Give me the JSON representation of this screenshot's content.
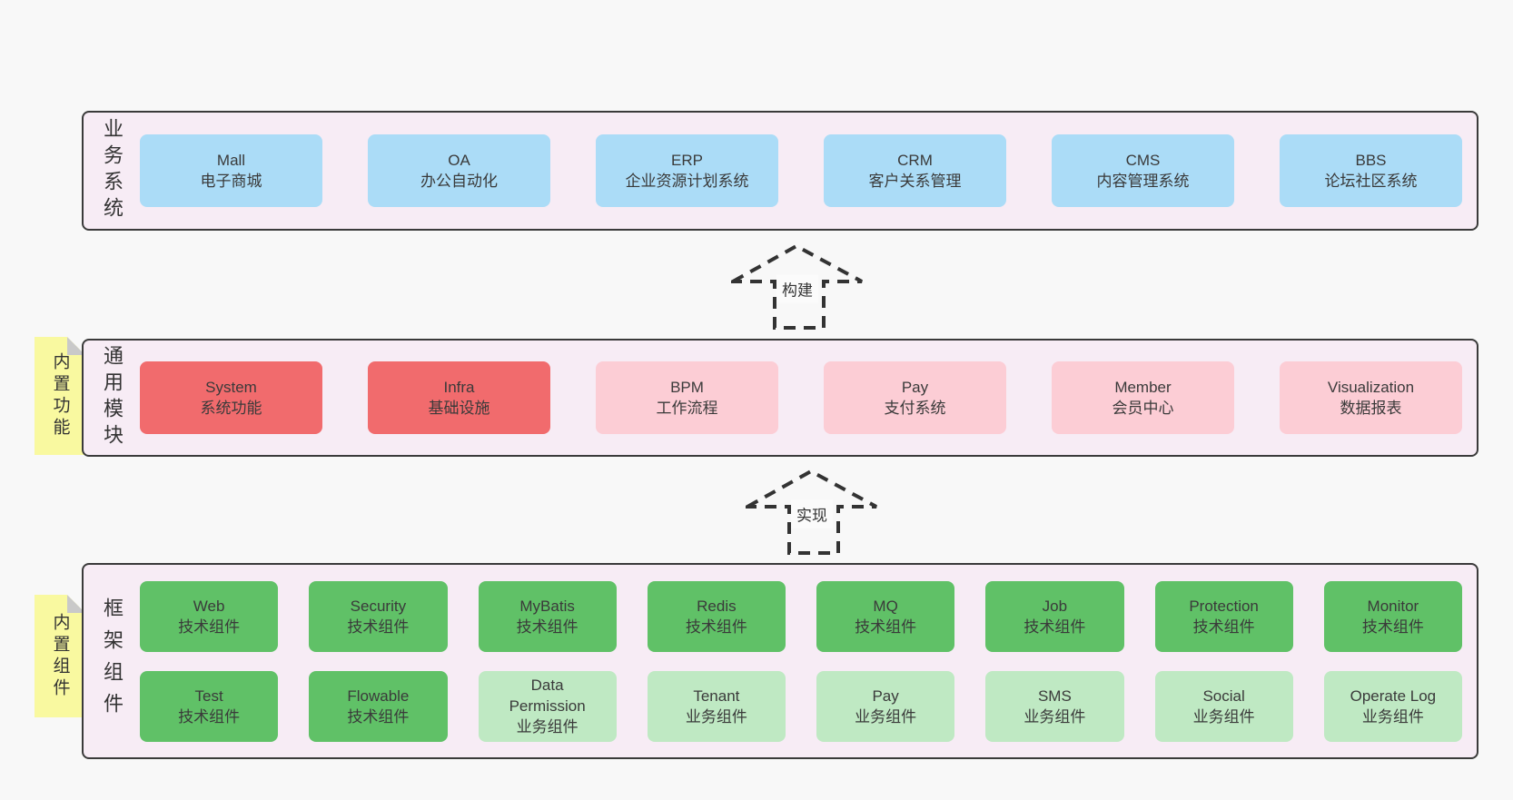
{
  "colors": {
    "page_bg": "#f8f8f8",
    "panel_bg": "#f7ecf5",
    "panel_border": "#3a3a3a",
    "blue": "#abdcf7",
    "red": "#f16b6d",
    "pink": "#fccdd5",
    "green_dark": "#60c167",
    "green_light": "#bfe9c3",
    "tab_yellow": "#f9f9a0",
    "tab_fold": "#c9c9c9",
    "text": "#3a3a3a"
  },
  "arrows": [
    {
      "label": "构建"
    },
    {
      "label": "实现"
    }
  ],
  "layers": [
    {
      "side_label": "业务系统",
      "rows": [
        [
          {
            "en": "Mall",
            "zh": "电子商城"
          },
          {
            "en": "OA",
            "zh": "办公自动化"
          },
          {
            "en": "ERP",
            "zh": "企业资源计划系统"
          },
          {
            "en": "CRM",
            "zh": "客户关系管理"
          },
          {
            "en": "CMS",
            "zh": "内容管理系统"
          },
          {
            "en": "BBS",
            "zh": "论坛社区系统"
          }
        ]
      ]
    },
    {
      "side_label": "通用模块",
      "tab_label": "内置功能",
      "rows": [
        [
          {
            "en": "System",
            "zh": "系统功能"
          },
          {
            "en": "Infra",
            "zh": "基础设施"
          },
          {
            "en": "BPM",
            "zh": "工作流程"
          },
          {
            "en": "Pay",
            "zh": "支付系统"
          },
          {
            "en": "Member",
            "zh": "会员中心"
          },
          {
            "en": "Visualization",
            "zh": "数据报表"
          }
        ]
      ]
    },
    {
      "side_label": "框架组件",
      "tab_label": "内置组件",
      "rows": [
        [
          {
            "en": "Web",
            "zh": "技术组件"
          },
          {
            "en": "Security",
            "zh": "技术组件"
          },
          {
            "en": "MyBatis",
            "zh": "技术组件"
          },
          {
            "en": "Redis",
            "zh": "技术组件"
          },
          {
            "en": "MQ",
            "zh": "技术组件"
          },
          {
            "en": "Job",
            "zh": "技术组件"
          },
          {
            "en": "Protection",
            "zh": "技术组件"
          },
          {
            "en": "Monitor",
            "zh": "技术组件"
          }
        ],
        [
          {
            "en": "Test",
            "zh": "技术组件"
          },
          {
            "en": "Flowable",
            "zh": "技术组件"
          },
          {
            "en": "Data Permission",
            "zh": "业务组件"
          },
          {
            "en": "Tenant",
            "zh": "业务组件"
          },
          {
            "en": "Pay",
            "zh": "业务组件"
          },
          {
            "en": "SMS",
            "zh": "业务组件"
          },
          {
            "en": "Social",
            "zh": "业务组件"
          },
          {
            "en": "Operate Log",
            "zh": "业务组件"
          }
        ]
      ]
    }
  ]
}
